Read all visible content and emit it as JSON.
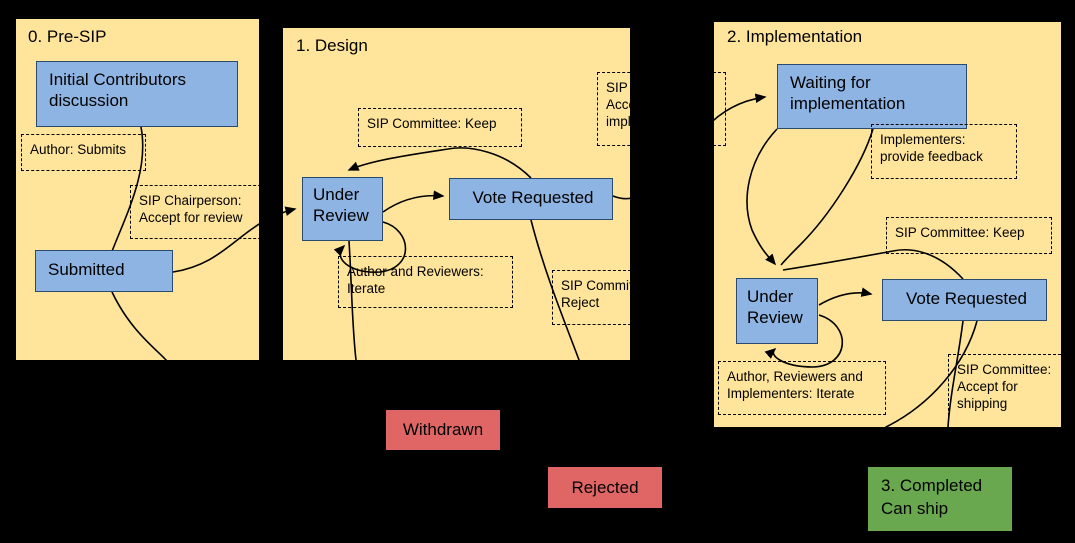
{
  "colors": {
    "background": "#000000",
    "panel_fill": "#ffe59b",
    "state_fill": "#8eb4e3",
    "state_border": "#2a4a6e",
    "terminal_red": "#e06666",
    "terminal_green": "#6aa84f",
    "line": "#000000"
  },
  "panels": [
    {
      "title": "0. Pre-SIP"
    },
    {
      "title": "1. Design"
    },
    {
      "title": "2. Implementation"
    }
  ],
  "states": {
    "initial_discussion": "Initial Contributors discussion",
    "submitted": "Submitted",
    "under_review_design": "Under Review",
    "vote_requested_design": "Vote Requested",
    "waiting_for_implementation": "Waiting for implementation",
    "under_review_impl": "Under Review",
    "vote_requested_impl": "Vote Requested",
    "withdrawn": "Withdrawn",
    "rejected": "Rejected",
    "completed_line1": "3. Completed",
    "completed_line2": "Can ship"
  },
  "transition_labels": {
    "author_submits": "Author: Submits",
    "chairperson_accept": "SIP Chairperson:\nAccept for review",
    "committee_keep_design": "SIP Committee: Keep",
    "iterate_design": "Author and Reviewers:\nIterate",
    "committee_reject": "SIP Committee:\nReject",
    "accept_implementation": "SIP Committee:\nAccept for\nimplementation",
    "implementers_feedback": "Implementers:\nprovide feedback",
    "committee_keep_impl": "SIP Committee: Keep",
    "iterate_impl": "Author, Reviewers and\nImplementers: Iterate",
    "accept_shipping": "SIP Committee:\nAccept for\nshipping"
  }
}
